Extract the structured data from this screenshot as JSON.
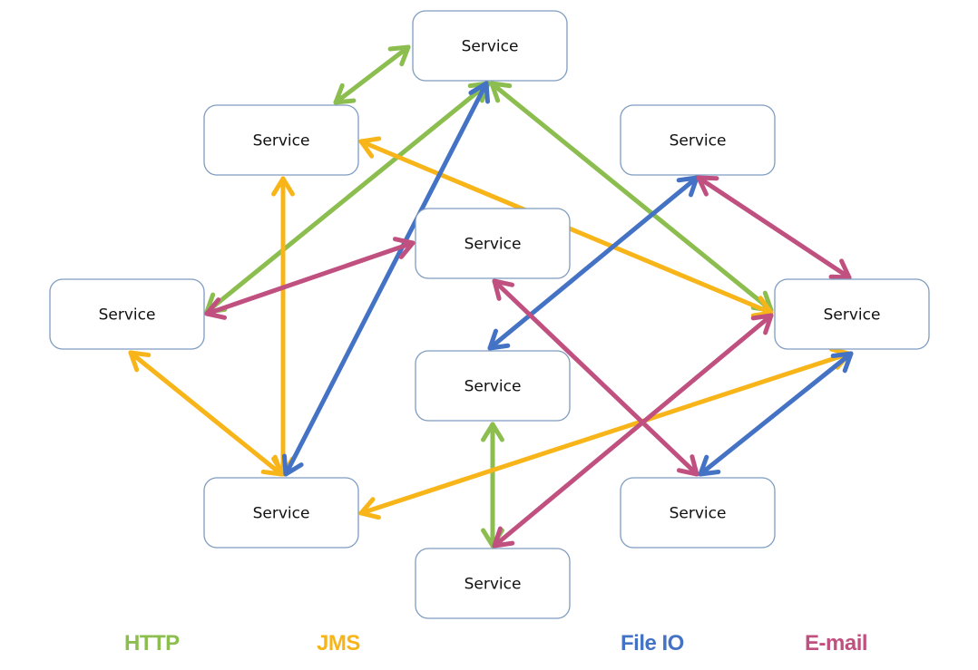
{
  "colors": {
    "http": "#8cbd4f",
    "jms": "#f7b519",
    "fileio": "#4472c4",
    "email": "#c0507f"
  },
  "legend": [
    {
      "key": "http",
      "label": "HTTP"
    },
    {
      "key": "jms",
      "label": "JMS"
    },
    {
      "key": "fileio",
      "label": "File IO"
    },
    {
      "key": "email",
      "label": "E-mail"
    }
  ],
  "services": [
    {
      "id": "top-center",
      "label": "Service"
    },
    {
      "id": "upper-left",
      "label": "Service"
    },
    {
      "id": "upper-right",
      "label": "Service"
    },
    {
      "id": "middle-center",
      "label": "Service"
    },
    {
      "id": "left",
      "label": "Service"
    },
    {
      "id": "right",
      "label": "Service"
    },
    {
      "id": "lower-center",
      "label": "Service"
    },
    {
      "id": "lower-left",
      "label": "Service"
    },
    {
      "id": "lower-right",
      "label": "Service"
    },
    {
      "id": "bottom-center",
      "label": "Service"
    }
  ],
  "connections": [
    {
      "type": "http",
      "from": "upper-left",
      "to": "top-center",
      "direction": "both"
    },
    {
      "type": "http",
      "from": "top-center",
      "to": "left",
      "direction": "both"
    },
    {
      "type": "http",
      "from": "top-center",
      "to": "right",
      "direction": "both"
    },
    {
      "type": "http",
      "from": "lower-center",
      "to": "bottom-center",
      "direction": "both"
    },
    {
      "type": "jms",
      "from": "upper-left",
      "to": "right",
      "direction": "both"
    },
    {
      "type": "jms",
      "from": "upper-left",
      "to": "lower-left",
      "direction": "both"
    },
    {
      "type": "jms",
      "from": "left",
      "to": "lower-left",
      "direction": "both"
    },
    {
      "type": "jms",
      "from": "right",
      "to": "lower-left",
      "direction": "both"
    },
    {
      "type": "fileio",
      "from": "top-center",
      "to": "lower-left",
      "direction": "both"
    },
    {
      "type": "fileio",
      "from": "upper-right",
      "to": "lower-center",
      "direction": "both"
    },
    {
      "type": "fileio",
      "from": "right",
      "to": "lower-right",
      "direction": "both"
    },
    {
      "type": "email",
      "from": "left",
      "to": "middle-center",
      "direction": "both"
    },
    {
      "type": "email",
      "from": "upper-right",
      "to": "right",
      "direction": "both"
    },
    {
      "type": "email",
      "from": "middle-center",
      "to": "lower-right",
      "direction": "both"
    },
    {
      "type": "email",
      "from": "right",
      "to": "bottom-center",
      "direction": "both"
    }
  ]
}
